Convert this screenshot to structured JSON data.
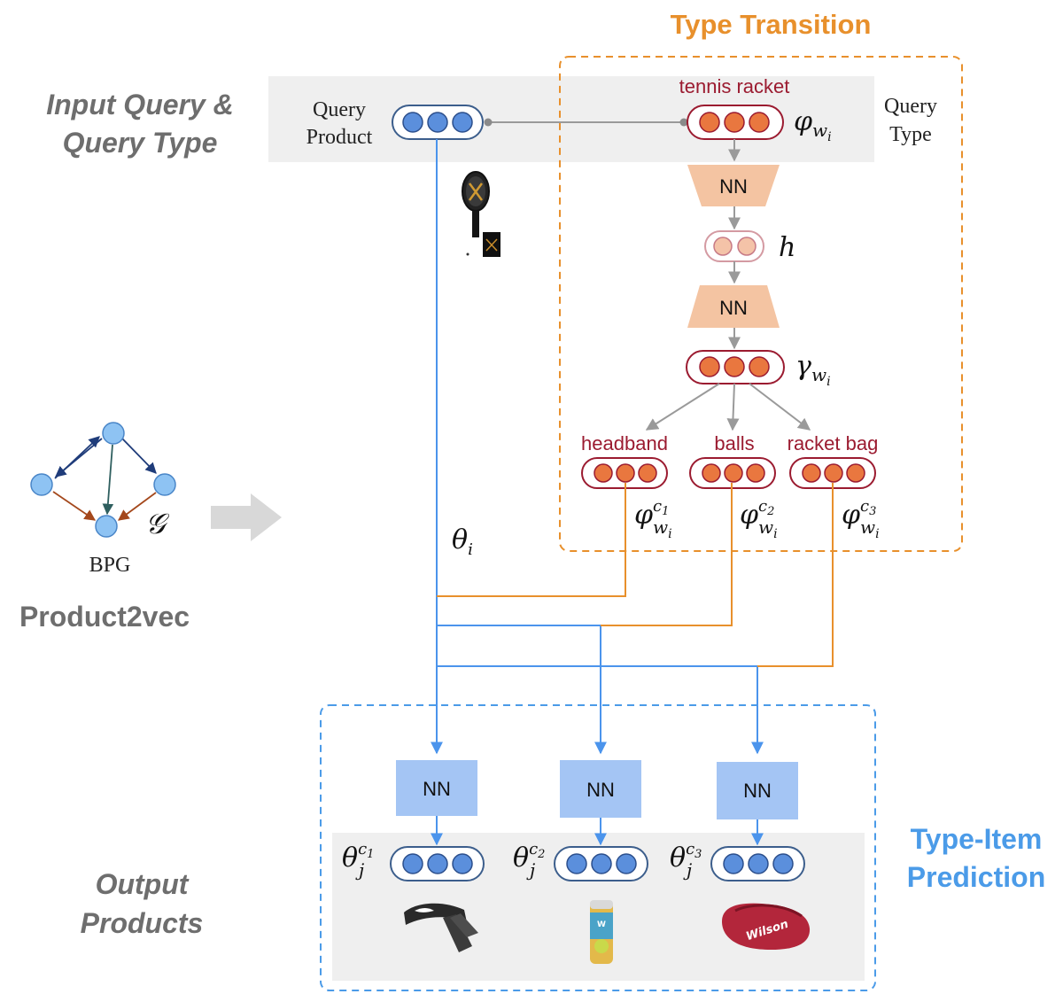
{
  "titles": {
    "type_transition": "Type Transition",
    "input_query_line1": "Input Query &",
    "input_query_line2": "Query Type",
    "output_line1": "Output",
    "output_line2": "Products",
    "type_item_line1": "Type-Item",
    "type_item_line2": "Prediction",
    "product2vec": "Product2vec"
  },
  "query": {
    "product_line1": "Query",
    "product_line2": "Product",
    "type_line1": "Query",
    "type_line2": "Type",
    "type_name": "tennis racket"
  },
  "nn_label": "NN",
  "symbols": {
    "phi": "φ",
    "phi_sub": "w",
    "phi_subsub": "i",
    "h": "h",
    "gamma": "γ",
    "theta": "θ",
    "theta_sub": "i",
    "theta_j_sub": "j",
    "graph": "𝒢"
  },
  "complements": [
    {
      "label": "headband",
      "sup": "c",
      "sup_sub": "1"
    },
    {
      "label": "balls",
      "sup": "c",
      "sup_sub": "2"
    },
    {
      "label": "racket bag",
      "sup": "c",
      "sup_sub": "3"
    }
  ],
  "graph_label": "BPG",
  "colors": {
    "orange_title": "#e8902c",
    "blue_title": "#4b9be8",
    "gray_title": "#6e6e6e",
    "dark_red": "#9b1b30",
    "blue_line": "#4b94ec",
    "orange_line": "#e8902c",
    "nn_orange": "#f4c4a2",
    "nn_blue": "#a4c5f4",
    "node_blue": "#5b8fdc",
    "node_orange": "#e9773f"
  }
}
